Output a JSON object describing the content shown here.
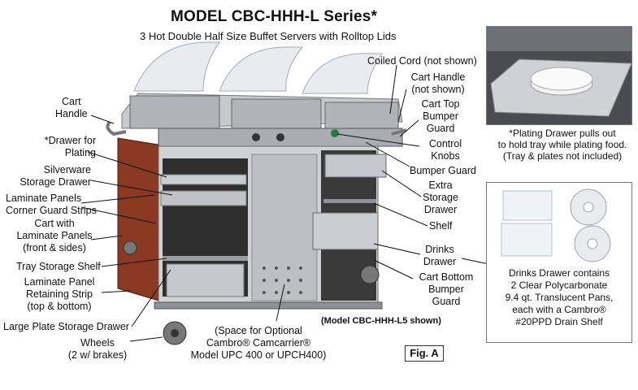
{
  "title": "MODEL CBC-HHH-L Series*",
  "subtitle": "3 Hot Double Half Size Buffet Servers with Rolltop Lids",
  "labels": {
    "cart_handle_left": [
      "Cart",
      "Handle"
    ],
    "drawer_plating": [
      "*Drawer for",
      "Plating"
    ],
    "silverware": [
      "Silverware",
      "Storage Drawer"
    ],
    "laminate_panels": [
      "Laminate Panels",
      "Corner Guard Strips"
    ],
    "cart_laminate": [
      "Cart with",
      "Laminate Panels",
      "(front & sides)"
    ],
    "tray_shelf": [
      "Tray Storage Shelf"
    ],
    "retaining_strip": [
      "Laminate Panel",
      "Retaining Strip",
      "(top & bottom)"
    ],
    "large_plate": [
      "Large Plate Storage Drawer"
    ],
    "wheels": [
      "Wheels",
      "(2 w/ brakes)"
    ],
    "space_optional": [
      "(Space for Optional",
      "Cambro® Camcarrier®",
      "Model UPC 400 or UPCH400)"
    ],
    "coiled_cord": [
      "Coiled Cord (not shown)"
    ],
    "cart_handle_right": [
      "Cart Handle",
      "(not shown)"
    ],
    "cart_top_bumper": [
      "Cart Top",
      "Bumper",
      "Guard"
    ],
    "control_knobs": [
      "Control",
      "Knobs"
    ],
    "bumper_guard": [
      "Bumper Guard"
    ],
    "extra_storage": [
      "Extra",
      "Storage",
      "Drawer"
    ],
    "shelf": [
      "Shelf"
    ],
    "drinks_drawer": [
      "Drinks",
      "Drawer"
    ],
    "cart_bottom_bumper": [
      "Cart Bottom",
      "Bumper",
      "Guard"
    ],
    "model_shown": "(Model CBC-HHH-L5 shown)",
    "fig": "Fig. A"
  },
  "insets": {
    "plating_caption": [
      "*Plating Drawer pulls out",
      "to hold tray while plating food.",
      "(Tray & plates not included)"
    ],
    "drinks_caption": [
      "Drinks Drawer contains",
      "2 Clear Polycarbonate",
      "9.4 qt. Translucent Pans,",
      "each with a Cambro®",
      "#20PPD Drain Shelf"
    ]
  },
  "colors": {
    "laminate": "#8a3a22",
    "steel": "#b9bcc0",
    "dark": "#2b2b2b"
  }
}
